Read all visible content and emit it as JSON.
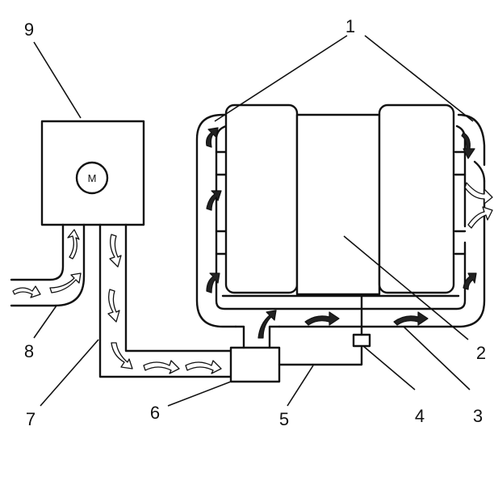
{
  "diagram": {
    "motor_label": "M",
    "callouts": [
      {
        "id": "1",
        "text": "1"
      },
      {
        "id": "2",
        "text": "2"
      },
      {
        "id": "3",
        "text": "3"
      },
      {
        "id": "4",
        "text": "4"
      },
      {
        "id": "5",
        "text": "5"
      },
      {
        "id": "6",
        "text": "6"
      },
      {
        "id": "7",
        "text": "7"
      },
      {
        "id": "8",
        "text": "8"
      },
      {
        "id": "9",
        "text": "9"
      }
    ]
  }
}
